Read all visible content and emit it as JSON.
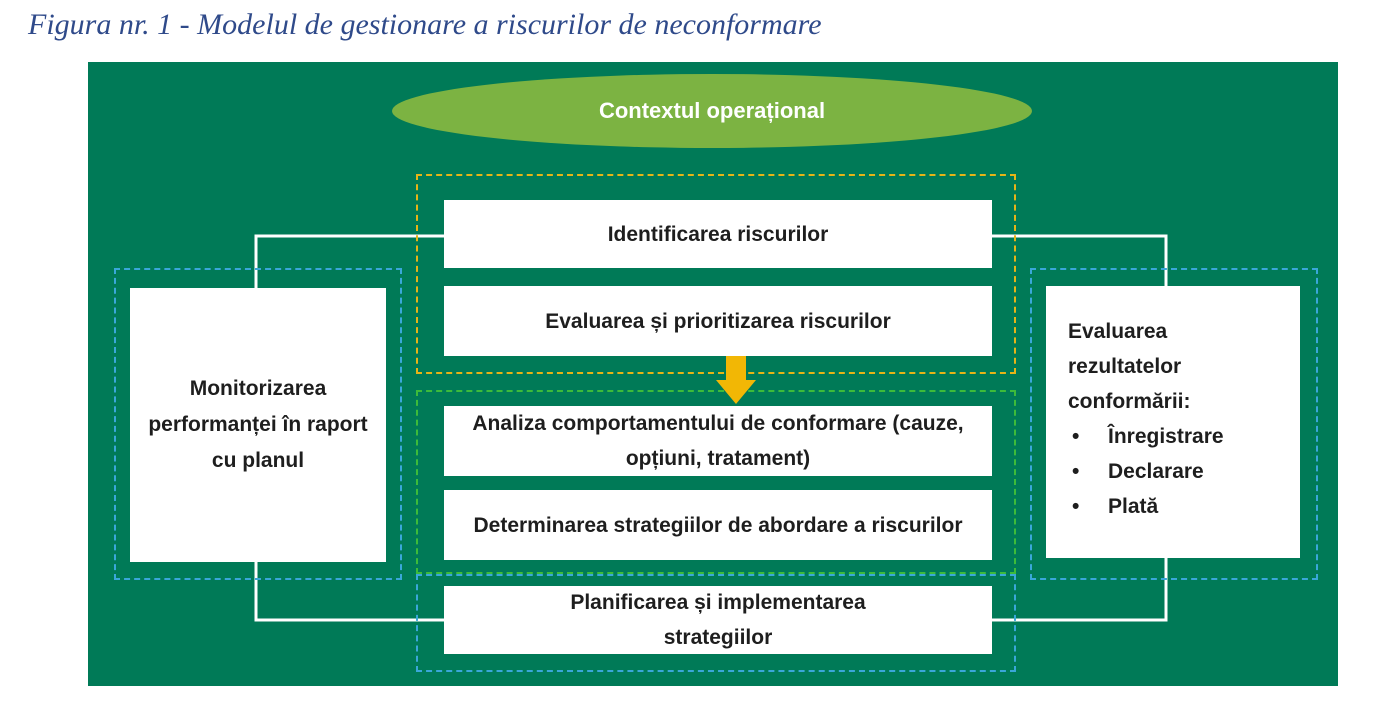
{
  "caption": "Figura nr. 1 - Modelul de gestionare a riscurilor de neconformare",
  "colors": {
    "panel": "#007a57",
    "ellipse": "#7cb342",
    "box": "#ffffff",
    "dash_yellow": "#e7b417",
    "dash_cyan": "#3aa7d9",
    "dash_green": "#3dbb3a",
    "arrow": "#f2b705",
    "caption": "#2f4a8a"
  },
  "context": "Contextul operațional",
  "steps": [
    "Identificarea riscurilor",
    "Evaluarea și prioritizarea riscurilor",
    "Analiza comportamentului de conformare (cauze, opțiuni, tratament)",
    "Determinarea strategiilor de abordare a riscurilor",
    "Planificarea și implementarea strategiilor"
  ],
  "left_box": "Monitorizarea performanței în raport cu planul",
  "right_box": {
    "title": "Evaluarea rezultatelor conformării:",
    "bullets": [
      "Înregistrare",
      "Declarare",
      "Plată"
    ]
  }
}
